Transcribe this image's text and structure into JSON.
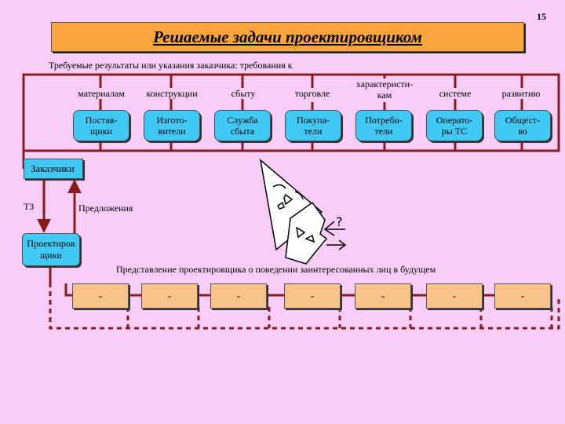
{
  "page_number": "15",
  "title": "Решаемые задачи проектировщиком",
  "subtitle": "Требуемые результаты или указания заказчика: требования к",
  "requirements": [
    "материалам",
    "конструкции",
    "сбыту",
    "торговле",
    "характеристи-\nкам",
    "системе",
    "развитию"
  ],
  "stakeholders": [
    "Постав-\nщики",
    "Изгото-\nвители",
    "Служба\nсбыта",
    "Покупа-\nтели",
    "Потреби-\nтели",
    "Операто-\nры ТС",
    "Общест-\nво"
  ],
  "customers": "Заказчики",
  "tz": "ТЗ",
  "proposals": "Предложения",
  "designers": "Проектиров\nщики",
  "representation": "Представление проектировщика о поведении заинтересованных лиц в будущем",
  "outcomes": [
    "-",
    "-",
    "-",
    "-",
    "-",
    "-",
    "-"
  ],
  "colors": {
    "background": "#f8cdf8",
    "title_box": "#f9a43c",
    "stakeholder_box": "#3fc9f4",
    "outcome_box": "#f9c289",
    "wire": "#8b1a1a"
  }
}
